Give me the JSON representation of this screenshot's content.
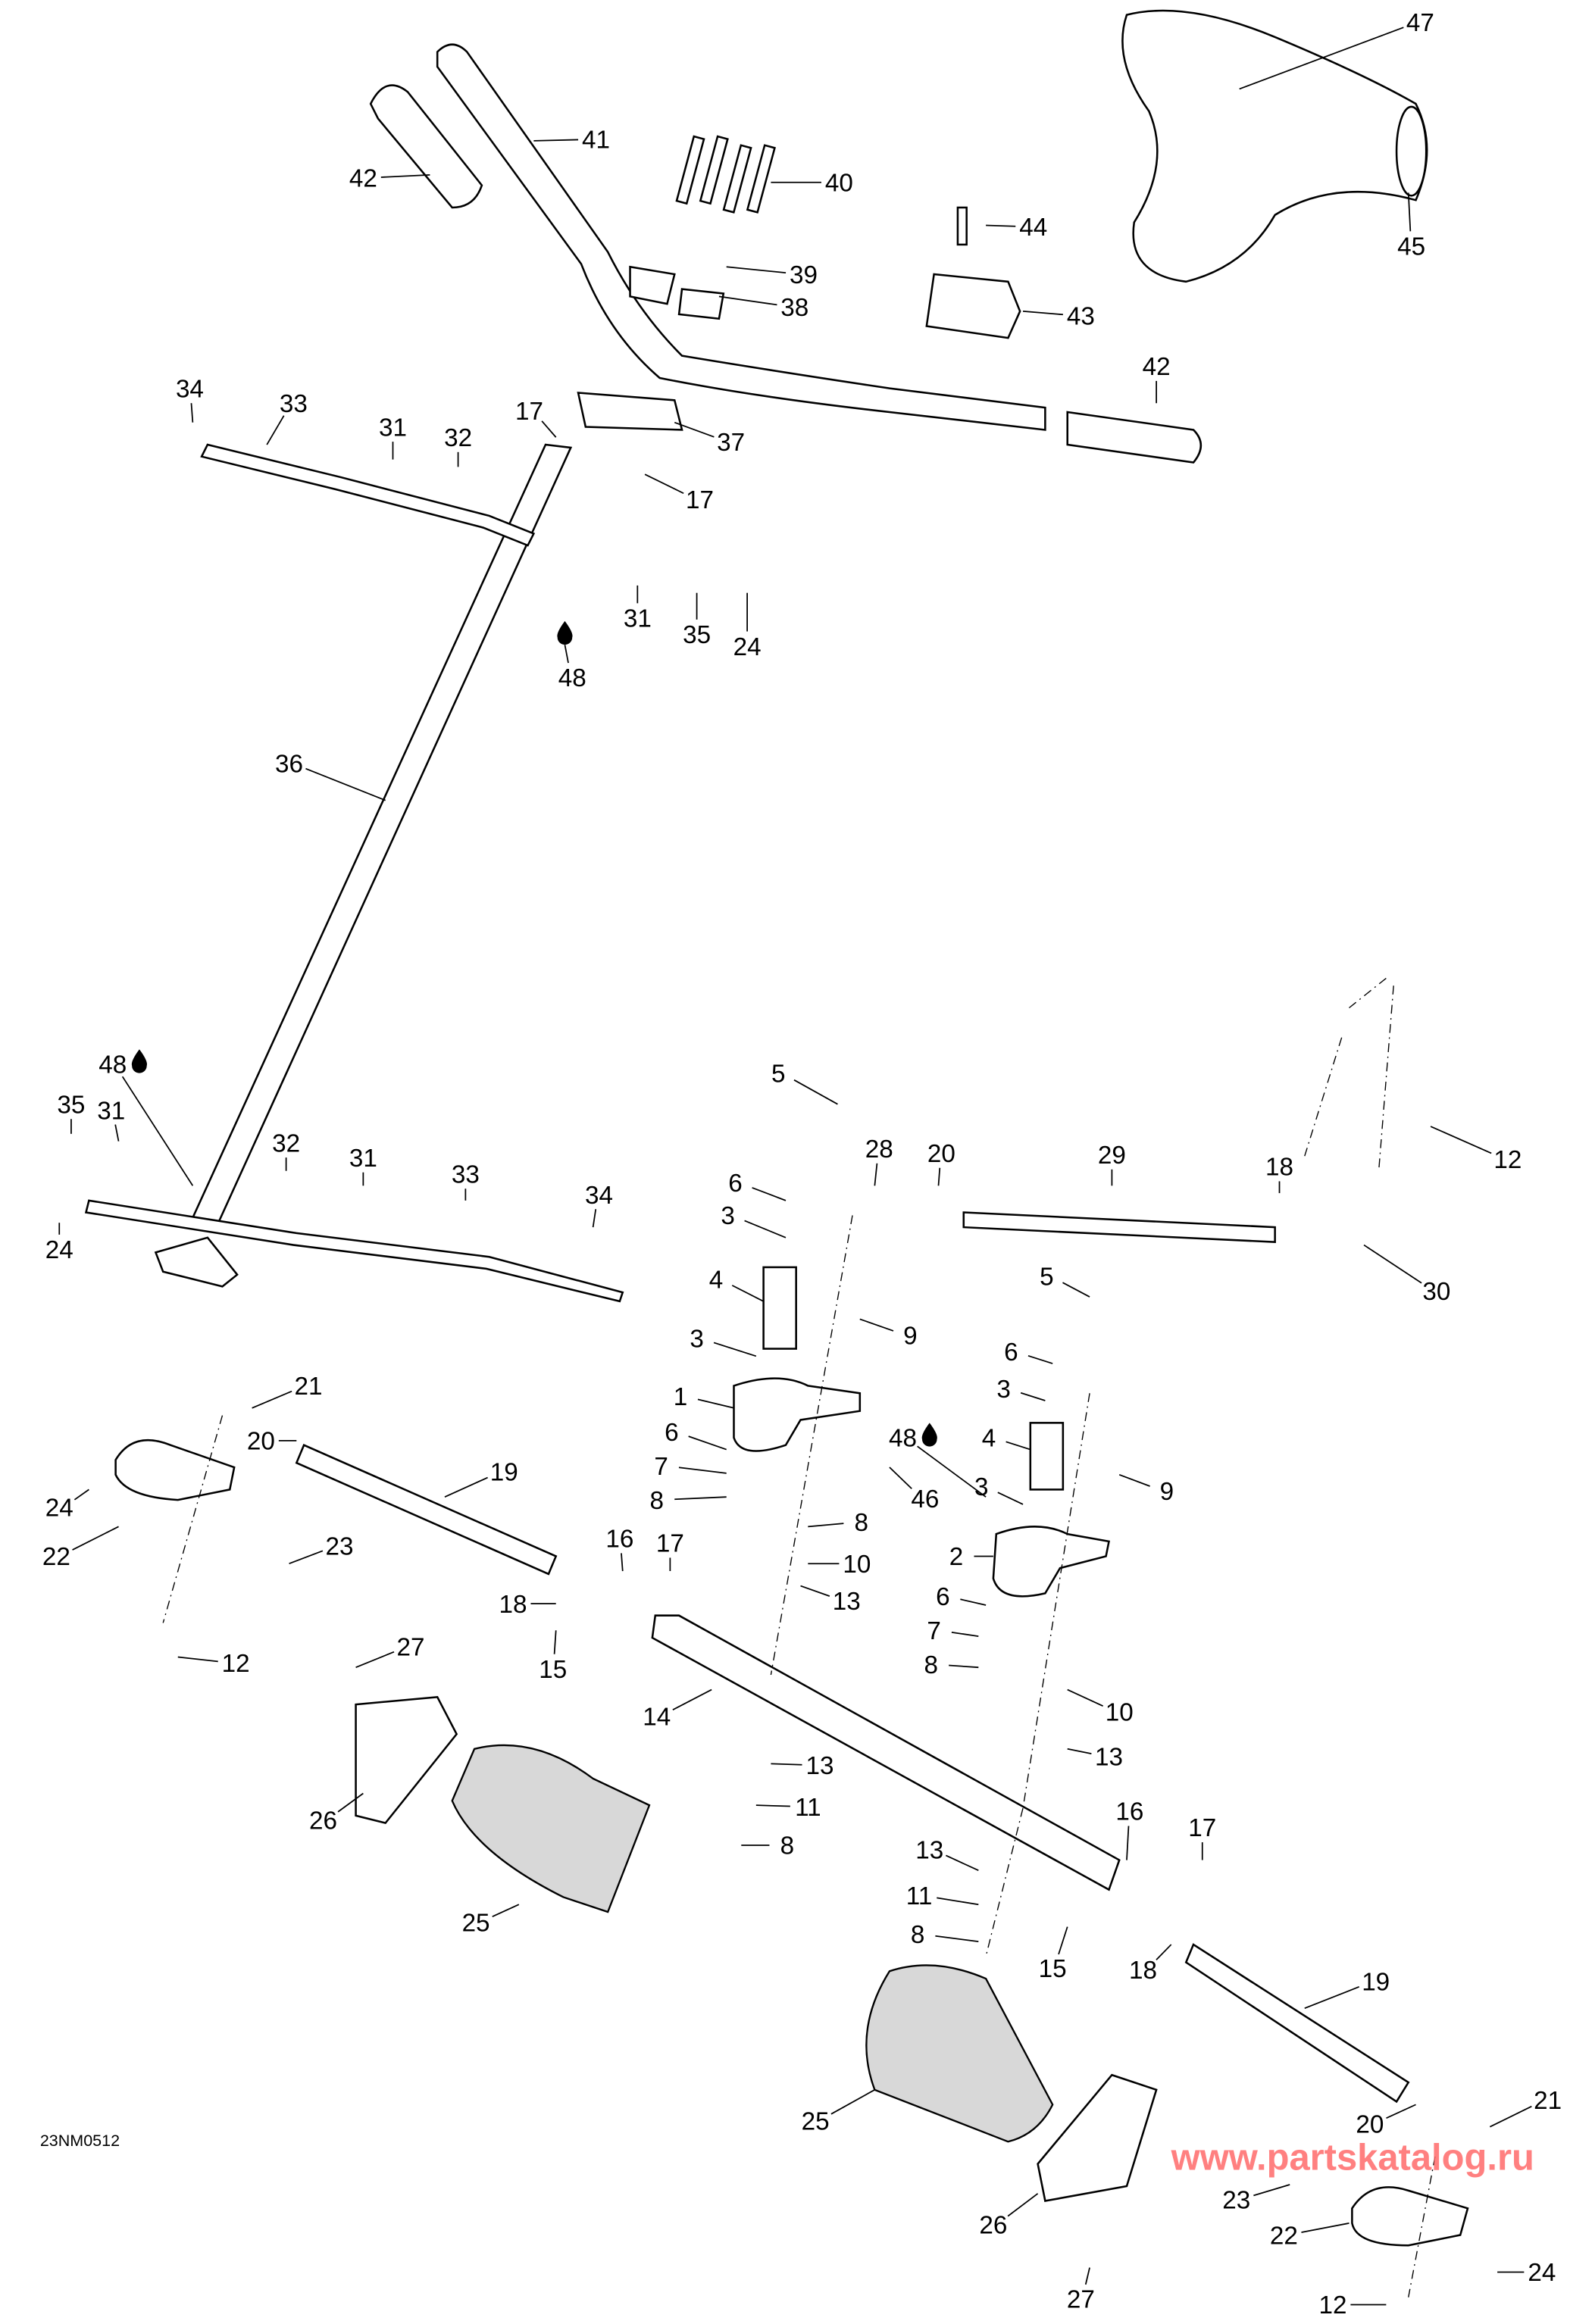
{
  "diagram": {
    "code": "23NM0512",
    "watermark": "www.partskatalog.ru",
    "lubricant_icon": "oil-drop-icon",
    "callouts": [
      "47",
      "45",
      "42",
      "41",
      "40",
      "44",
      "39",
      "38",
      "43",
      "42",
      "34",
      "33",
      "31",
      "32",
      "17",
      "37",
      "17",
      "31",
      "35",
      "24",
      "48",
      "36",
      "5",
      "48",
      "35",
      "31",
      "32",
      "31",
      "33",
      "34",
      "24",
      "28",
      "20",
      "29",
      "18",
      "12",
      "30",
      "6",
      "3",
      "4",
      "3",
      "9",
      "5",
      "6",
      "3",
      "4",
      "3",
      "9",
      "1",
      "2",
      "6",
      "7",
      "8",
      "48",
      "46",
      "8",
      "10",
      "13",
      "21",
      "20",
      "19",
      "24",
      "22",
      "23",
      "12",
      "16",
      "17",
      "18",
      "15",
      "27",
      "14",
      "26",
      "25",
      "13",
      "11",
      "8",
      "6",
      "7",
      "8",
      "10",
      "13",
      "16",
      "17",
      "13",
      "11",
      "8",
      "15",
      "18",
      "19",
      "25",
      "20",
      "21",
      "23",
      "22",
      "26",
      "27",
      "24",
      "12"
    ]
  }
}
